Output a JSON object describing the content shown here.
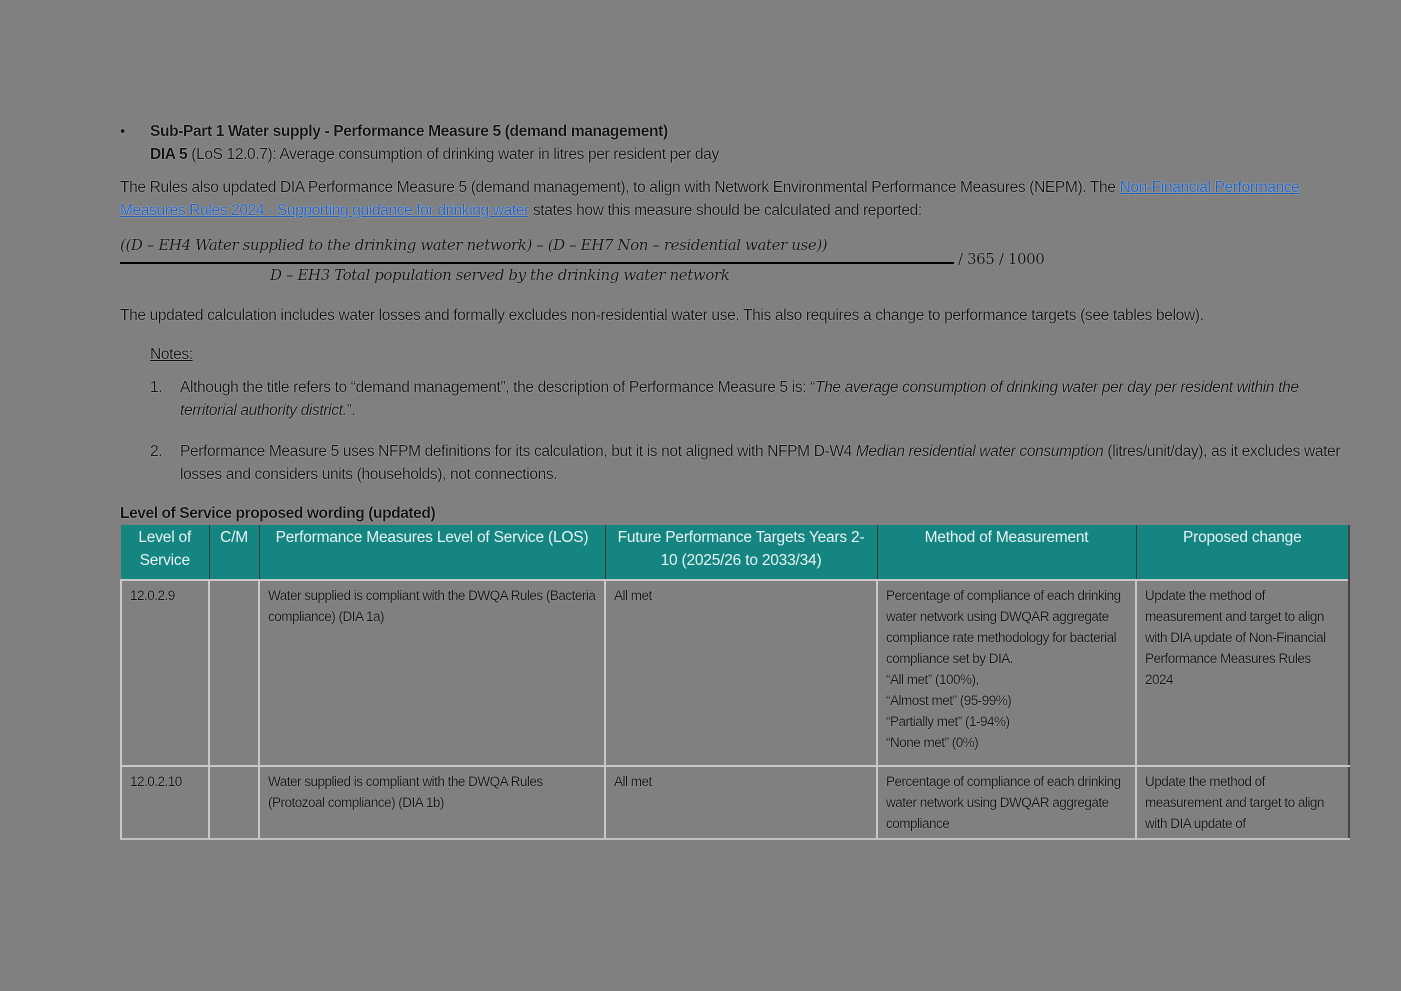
{
  "section": {
    "bullet_title": "Sub-Part 1 Water supply - Performance Measure 5 (demand management)",
    "subtitle_bold": "DIA 5",
    "subtitle_rest": " (LoS 12.0.7): Average consumption of drinking water in litres per resident per day"
  },
  "intro": {
    "text_before": "The Rules also updated DIA Performance Measure 5 (demand management), to align with Network Environmental Performance Measures (NEPM). The ",
    "link_text": "Non-Financial Performance Measures Rules 2024 - Supporting guidance for drinking water",
    "text_after": " states how this measure should be calculated and reported:"
  },
  "formula": {
    "numerator": "((D – EH4 Water supplied to the drinking water network) – (D – EH7 Non – residential water use))",
    "denominator": "D – EH3 Total population served by the drinking water network",
    "tail": "/ 365 / 1000"
  },
  "paragraph2": "The updated calculation includes water losses and formally excludes non-residential water use. This also requires a change to performance targets (see tables below).",
  "notes": {
    "label": "Notes:",
    "items": [
      {
        "num": "1.",
        "text": "Although the title refers to “demand management”, the description of Performance Measure 5 is: “",
        "italic": "The average consumption of drinking water per day per resident within the territorial authority district.",
        "tail": "”."
      },
      {
        "num": "2.",
        "text": "Performance Measure 5 uses NFPM definitions for its calculation, but it is not aligned with NFPM D-W4 ",
        "italic": "Median residential water consumption",
        "tail": " (litres/unit/day), as it excludes water losses and considers units (households), not connections."
      }
    ]
  },
  "table": {
    "title": "Level of Service proposed wording (updated)",
    "header_color": "#158582",
    "columns": [
      "Level of Service",
      "C/M",
      "Performance Measures Level of Service (LOS)",
      "Future Performance Targets Years 2-10 (2025/26 to 2033/34)",
      "Method of Measurement",
      "Proposed change"
    ],
    "rows": [
      {
        "los": "12.0.2.9",
        "cm": "",
        "measure": "Water supplied is compliant with the DWQA Rules (Bacteria compliance) (DIA 1a)",
        "target": "All met",
        "method": [
          "Percentage of compliance of each drinking water network using DWQAR aggregate compliance rate methodology for bacterial compliance set by DIA.",
          "“All met” (100%),",
          "“Almost met” (95-99%)",
          "“Partially met” (1-94%)",
          "“None met” (0%)"
        ],
        "change": "Update the method of measurement and target to align with DIA update of Non-Financial Performance Measures Rules 2024"
      },
      {
        "los": "12.0.2.10",
        "cm": "",
        "measure": "Water supplied is compliant with the DWQA Rules (Protozoal compliance) (DIA 1b)",
        "target": "All met",
        "method": [
          "Percentage of compliance of each drinking water network using DWQAR aggregate compliance"
        ],
        "change": "Update the method of measurement and target to align with DIA update of"
      }
    ]
  }
}
